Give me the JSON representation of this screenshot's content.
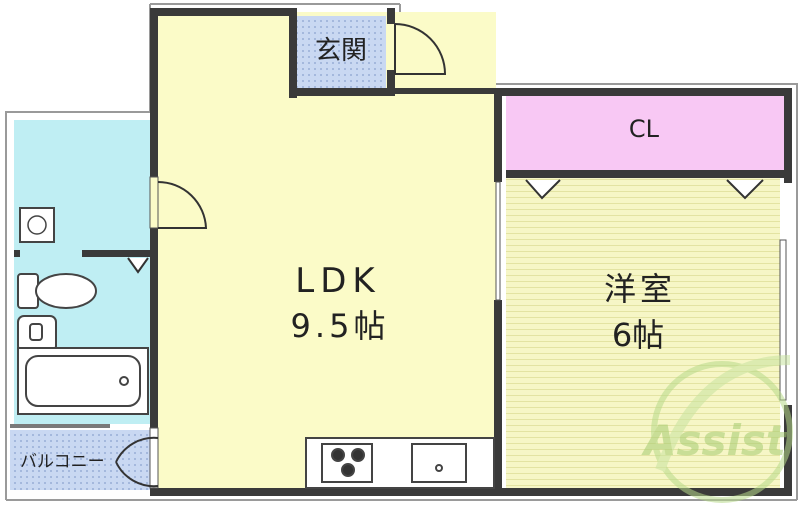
{
  "rooms": {
    "ldk": {
      "name": "LDK",
      "size": "9.5帖"
    },
    "western": {
      "name": "洋室",
      "size": "6帖"
    },
    "closet": {
      "name": "CL"
    },
    "entrance": {
      "name": "玄関"
    },
    "balcony": {
      "name": "バルコニー"
    }
  },
  "watermark": {
    "text": "Assist"
  },
  "colors": {
    "ldk": "#fbfbc8",
    "western": "#f6f6c6",
    "closet": "#f8c8f4",
    "wet_area": "#bfeef3",
    "entrance_tile": "#c9d8f2",
    "wall": "#3a3a3a",
    "watermark": "#b7d98a"
  }
}
